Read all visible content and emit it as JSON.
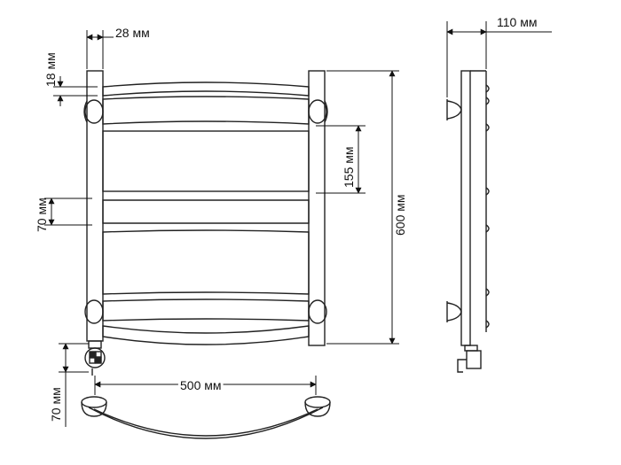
{
  "dimensions": {
    "bar_width": "28 мм",
    "bar_thickness": "18 мм",
    "depth": "110 мм",
    "section_gap": "155 мм",
    "height": "600 мм",
    "element_gap": "70 мм",
    "width": "500 мм",
    "heater_offset": "70 мм"
  },
  "colors": {
    "line": "#222222",
    "background": "#ffffff"
  }
}
